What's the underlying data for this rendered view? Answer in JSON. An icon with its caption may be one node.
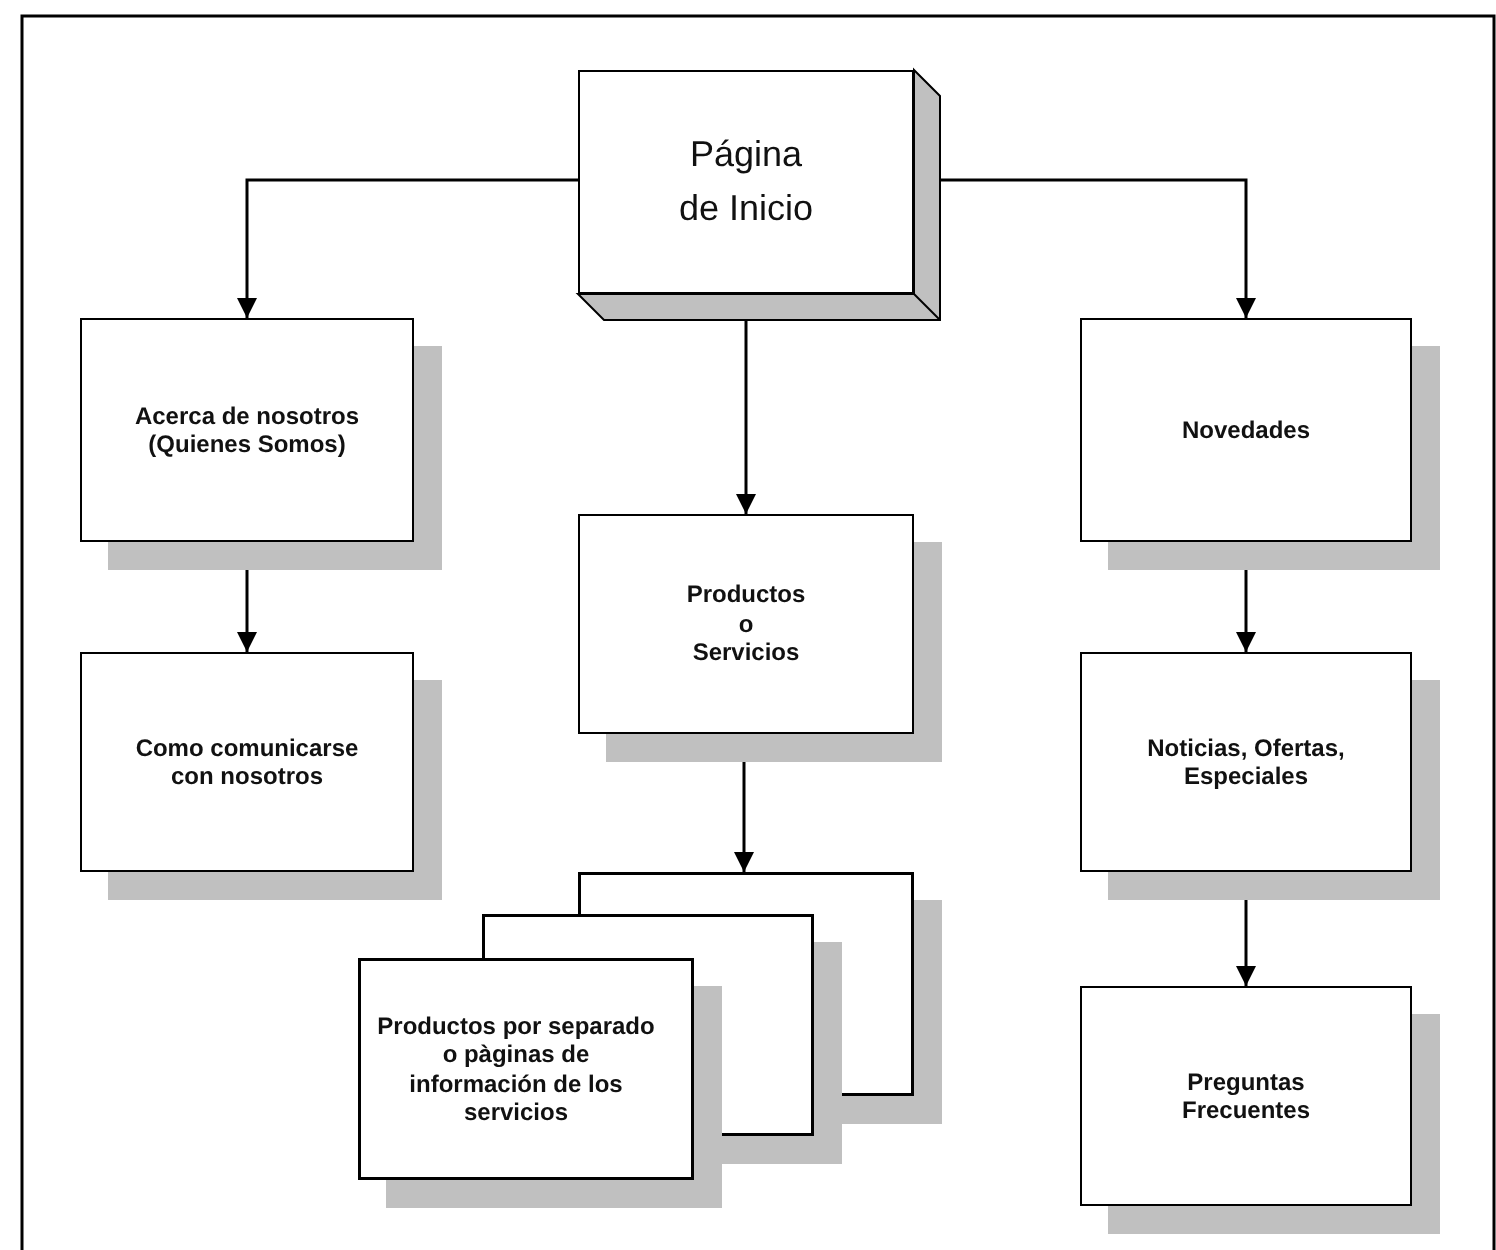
{
  "diagram": {
    "nodes": [
      {
        "text": [
          "Página de Inicio"
        ]
      },
      {
        "text": [
          "Acerca de nosotros (Quienes Somos)"
        ]
      },
      {
        "text": [
          "Novedades"
        ]
      },
      {
        "text": [
          "Productos o Servicios"
        ]
      },
      {
        "text": [
          "Como comunicarse con nosotros"
        ]
      },
      {
        "text": [
          "Noticias, Ofertas, Especiales"
        ]
      },
      {
        "text": [
          "Productos por separado o pàginas de información de los servicios"
        ]
      },
      {
        "text": [
          "Preguntas Frecuentes"
        ]
      }
    ],
    "edges": [
      {
        "from": 0,
        "to": 1,
        "arrow": "to"
      },
      {
        "from": 0,
        "to": 2,
        "arrow": "to"
      },
      {
        "from": 0,
        "to": 3,
        "arrow": "to"
      },
      {
        "from": 1,
        "to": 4,
        "arrow": "to"
      },
      {
        "from": 3,
        "to": 6,
        "arrow": "to"
      },
      {
        "from": 2,
        "to": 5,
        "arrow": "to"
      },
      {
        "from": 5,
        "to": 7,
        "arrow": "to"
      }
    ]
  }
}
